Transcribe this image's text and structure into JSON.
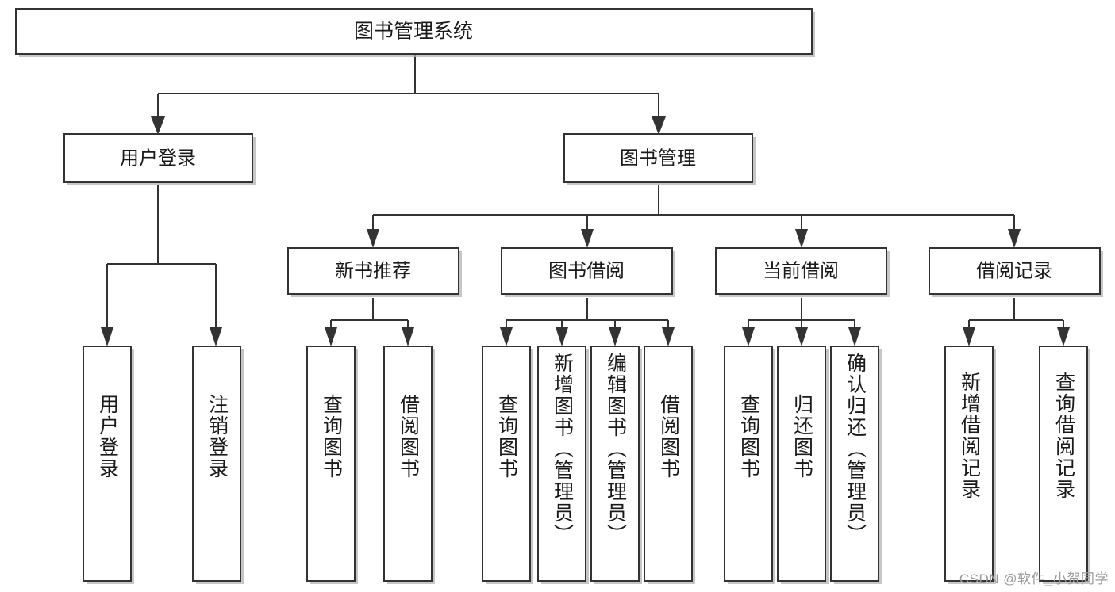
{
  "diagram": {
    "title": "图书管理系统",
    "type": "tree",
    "root": {
      "id": "root",
      "label": "图书管理系统"
    },
    "level2": [
      {
        "id": "user-login",
        "label": "用户登录"
      },
      {
        "id": "book-management",
        "label": "图书管理"
      }
    ],
    "level3": [
      {
        "id": "new-book-recommend",
        "label": "新书推荐",
        "parent": "book-management"
      },
      {
        "id": "book-borrow",
        "label": "图书借阅",
        "parent": "book-management"
      },
      {
        "id": "current-borrow",
        "label": "当前借阅",
        "parent": "book-management"
      },
      {
        "id": "borrow-record",
        "label": "借阅记录",
        "parent": "book-management"
      }
    ],
    "leaves": [
      {
        "id": "leaf-user-login",
        "label": "用户登录",
        "parent": "user-login"
      },
      {
        "id": "leaf-logout-login",
        "label": "注销登录",
        "parent": "user-login"
      },
      {
        "id": "leaf-query-book-1",
        "label": "查询图书",
        "parent": "new-book-recommend"
      },
      {
        "id": "leaf-borrow-book-1",
        "label": "借阅图书",
        "parent": "new-book-recommend"
      },
      {
        "id": "leaf-query-book-2",
        "label": "查询图书",
        "parent": "book-borrow"
      },
      {
        "id": "leaf-add-book",
        "label": "新增图书（管理员）",
        "parent": "book-borrow"
      },
      {
        "id": "leaf-edit-book",
        "label": "编辑图书（管理员）",
        "parent": "book-borrow"
      },
      {
        "id": "leaf-borrow-book-2",
        "label": "借阅图书",
        "parent": "book-borrow"
      },
      {
        "id": "leaf-query-book-3",
        "label": "查询图书",
        "parent": "current-borrow"
      },
      {
        "id": "leaf-return-book",
        "label": "归还图书",
        "parent": "current-borrow"
      },
      {
        "id": "leaf-confirm-return",
        "label": "确认归还（管理员）",
        "parent": "current-borrow"
      },
      {
        "id": "leaf-add-record",
        "label": "新增借阅记录",
        "parent": "borrow-record"
      },
      {
        "id": "leaf-query-record",
        "label": "查询借阅记录",
        "parent": "borrow-record"
      }
    ]
  },
  "watermark": {
    "text": "CSDN @软件_小贺同学"
  },
  "colors": {
    "stroke": "#333333",
    "fill": "#ffffff",
    "text": "#1a1a1a",
    "shadow": "#b3b3b3",
    "watermark": "#9a9a9a"
  }
}
